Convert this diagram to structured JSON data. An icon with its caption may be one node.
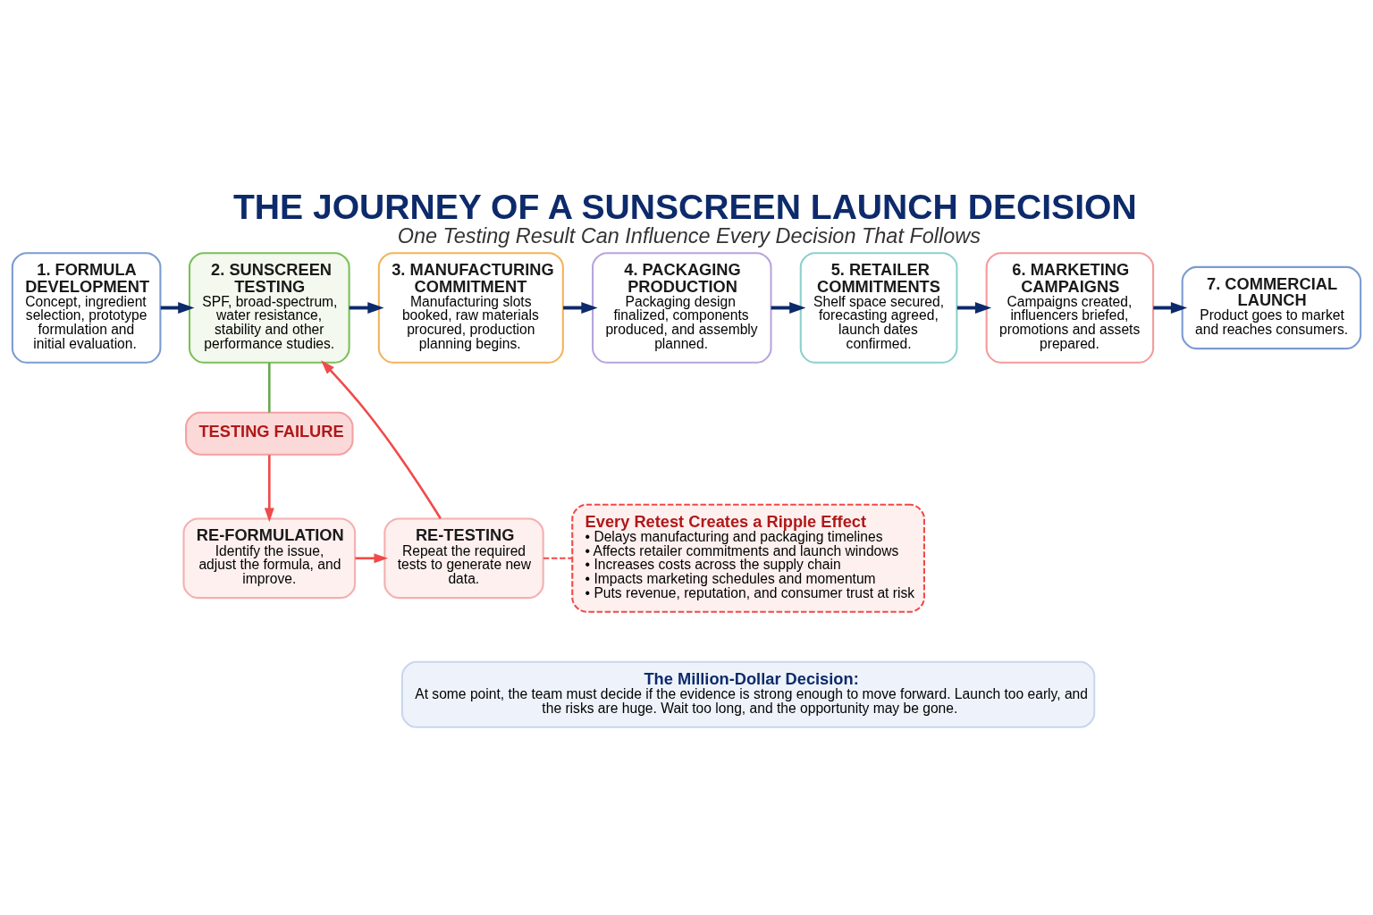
{
  "diagram": {
    "title": "THE JOURNEY OF A SUNSCREEN LAUNCH DECISION",
    "caption": "One Testing Result Can Influence Every Decision That Follows",
    "nodes": [
      {
        "text": [
          "1. FORMULA DEVELOPMENT",
          "Concept, ingredient selection, prototype formulation and initial evaluation."
        ]
      },
      {
        "text": [
          "2. SUNSCREEN TESTING",
          "SPF, broad-spectrum, water resistance, stability and other performance studies."
        ]
      },
      {
        "text": [
          "3. MANUFACTURING COMMITMENT",
          "Manufacturing slots booked, raw materials procured, production planning begins."
        ]
      },
      {
        "text": [
          "4. PACKAGING PRODUCTION",
          "Packaging design finalized, components produced, and assembly planned."
        ]
      },
      {
        "text": [
          "5. RETAILER COMMITMENTS",
          "Shelf space secured, forecasting agreed, launch dates confirmed."
        ]
      },
      {
        "text": [
          "6. MARKETING CAMPAIGNS",
          "Campaigns created, influencers briefed, promotions and assets prepared."
        ]
      },
      {
        "text": [
          "7. COMMERCIAL LAUNCH",
          "Product goes to market and reaches consumers."
        ]
      },
      {
        "text": [
          "TESTING FAILURE"
        ]
      },
      {
        "text": [
          "RE-FORMULATION",
          "Identify the issue, adjust the formula, and improve."
        ]
      },
      {
        "text": [
          "RE-TESTING",
          "Repeat the required tests to generate new data."
        ]
      },
      {
        "text": [
          "Every Retest Creates a Ripple Effect",
          "• Delays manufacturing and packaging timelines",
          "• Affects retailer commitments and launch windows",
          "• Increases costs across the supply chain",
          "• Impacts marketing schedules and momentum",
          "• Puts revenue, reputation, and consumer trust at risk"
        ]
      },
      {
        "text": [
          "The Million-Dollar Decision:",
          "At some point, the team must decide if the evidence is strong enough to move forward. Launch too early, and the risks are huge. Wait too long, and the opportunity may be gone."
        ]
      }
    ],
    "edges": [
      {
        "from": 0,
        "to": 1,
        "arrow": "to"
      },
      {
        "from": 1,
        "to": 2,
        "arrow": "to"
      },
      {
        "from": 2,
        "to": 3,
        "arrow": "to"
      },
      {
        "from": 3,
        "to": 4,
        "arrow": "to"
      },
      {
        "from": 4,
        "to": 5,
        "arrow": "to"
      },
      {
        "from": 5,
        "to": 6,
        "arrow": "to"
      },
      {
        "from": 1,
        "to": 7,
        "arrow": "none",
        "color": "#6aa84f"
      },
      {
        "from": 7,
        "to": 8,
        "arrow": "to",
        "color": "#f04a4a"
      },
      {
        "from": 8,
        "to": 9,
        "arrow": "to",
        "color": "#f04a4a"
      },
      {
        "from": 9,
        "to": 1,
        "arrow": "to",
        "color": "#f04a4a"
      },
      {
        "from": 9,
        "to": 10,
        "arrow": "none",
        "style": "dashed",
        "color": "#f04a4a"
      }
    ]
  }
}
